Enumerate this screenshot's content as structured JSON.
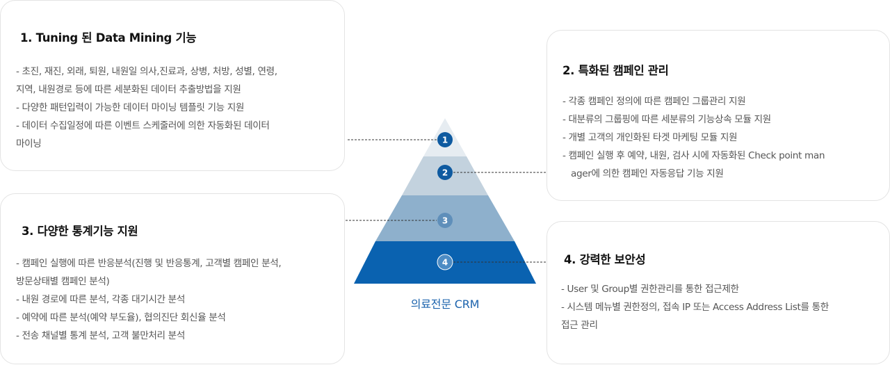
{
  "cards": [
    {
      "title": "1. Tuning 된 Data Mining 기능",
      "lines": [
        "- 초진, 재진, 외래, 퇴원, 내원일 의사,진료과, 상병, 처방, 성별, 연령,",
        "지역, 내원경로 등에 따른 세분화된 데이터 추출방법을 지원",
        "- 다양한 패턴입력이 가능한 데이터 마이닝 템플릿 기능 지원",
        "- 데이터 수집일정에 따른 이벤트 스케줄러에 의한 자동화된 데이터",
        "마이닝"
      ]
    },
    {
      "title": "2. 특화된 캠페인 관리",
      "lines": [
        "- 각종 캠페인 정의에 따른 캠페인 그룹관리 지원",
        "- 대분류의 그룹핑에 따른 세분류의 기능상속 모듈 지원",
        "- 개별 고객의 개인화된 타겟 마케팅 모듈 지원",
        "- 캠페인 실행 후 예약, 내원, 검사 시에 자동화된 Check point man",
        "ager에 의한 캠페인 자동응답 기능 지원"
      ]
    },
    {
      "title": "3. 다양한 통계기능 지원",
      "lines": [
        "- 캠페인 실행에 따른 반응분석(진행 및 반응통계, 고객별 캠페인 분석,",
        "방문상태별 캠페인 분석)",
        "- 내원 경로에 따른 분석, 각종 대기시간 분석",
        "- 예약에 따른 분석(예약 부도율), 협의진단 회신율 분석",
        "- 전송 채널별 통계 분석, 고객 불만처리 분석"
      ]
    },
    {
      "title": "4. 강력한 보안성",
      "lines": [
        "- User 및 Group별 권한관리를 통한 접근제한",
        "- 시스템 메뉴별 권한정의, 접속 IP 또는 Access Address List를 통한",
        "접근 관리"
      ]
    }
  ],
  "pyramid": {
    "levels": [
      "1",
      "2",
      "3",
      "4"
    ],
    "colors": [
      "#e6ecf1",
      "#c3d2de",
      "#8eb0cc",
      "#0a62b0"
    ],
    "marker_color": "#0e5aa0",
    "caption": "의료전문 CRM"
  }
}
